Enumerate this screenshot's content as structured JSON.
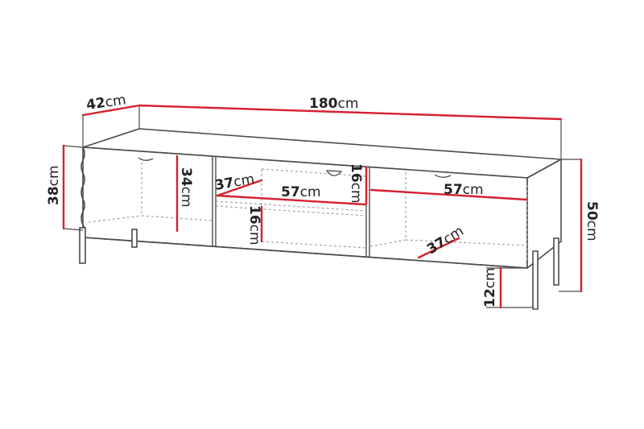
{
  "colors": {
    "dimension_line": "#d6202e",
    "outline": "#4a4a4a",
    "hidden_line": "#9a9a9a",
    "text": "#222222"
  },
  "dimensions": {
    "total_width": {
      "value": "180",
      "unit": "cm"
    },
    "depth_top": {
      "value": "42",
      "unit": "cm"
    },
    "cabinet_height": {
      "value": "38",
      "unit": "cm"
    },
    "total_height": {
      "value": "50",
      "unit": "cm"
    },
    "compartment_height": {
      "value": "34",
      "unit": "cm"
    },
    "shelf_depth_left": {
      "value": "37",
      "unit": "cm"
    },
    "shelf_width_middle": {
      "value": "57",
      "unit": "cm"
    },
    "upper_shelf_height": {
      "value": "16",
      "unit": "cm"
    },
    "lower_shelf_height": {
      "value": "16",
      "unit": "cm"
    },
    "shelf_width_right": {
      "value": "57",
      "unit": "cm"
    },
    "shelf_depth_right": {
      "value": "37",
      "unit": "cm"
    },
    "leg_height": {
      "value": "12",
      "unit": "cm"
    }
  }
}
